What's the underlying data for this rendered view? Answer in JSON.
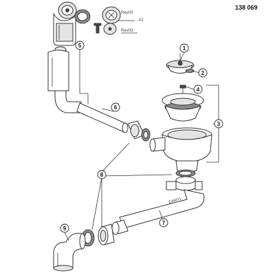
{
  "document": {
    "number": "138 069"
  },
  "labels": {
    "rev_a": "Rev00",
    "rev_a_suffix": "-02",
    "rev_b": "Rev03",
    "brand": "DARYL"
  },
  "callouts": [
    "1",
    "2",
    "3",
    "4",
    "5",
    "6",
    "7",
    "8",
    "9"
  ],
  "colors": {
    "line": "#333333",
    "fill": "#ffffff",
    "gasket": "#8a8a8a",
    "dark": "#4a4a4a"
  }
}
